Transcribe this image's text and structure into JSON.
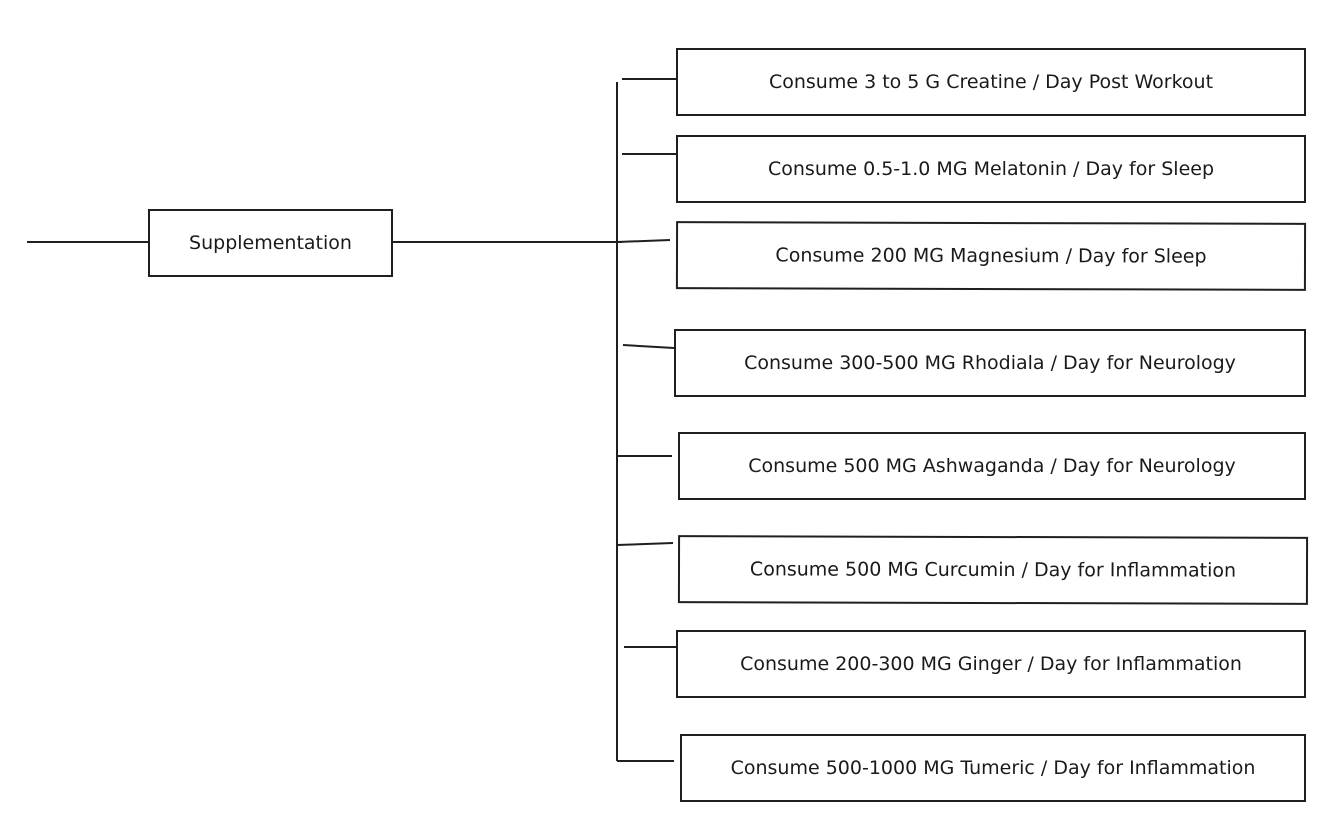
{
  "diagram": {
    "root": {
      "label": "Supplementation"
    },
    "children": [
      {
        "label": "Consume 3 to 5 G Creatine / Day Post Workout"
      },
      {
        "label": "Consume 0.5-1.0 MG Melatonin / Day for Sleep"
      },
      {
        "label": "Consume 200 MG Magnesium / Day for Sleep"
      },
      {
        "label": "Consume 300-500 MG Rhodiala / Day for Neurology"
      },
      {
        "label": "Consume 500 MG Ashwaganda / Day for Neurology"
      },
      {
        "label": "Consume 500 MG Curcumin / Day for Inflammation"
      },
      {
        "label": "Consume 200-300 MG Ginger / Day for Inflammation"
      },
      {
        "label": "Consume 500-1000 MG Tumeric / Day for Inflammation"
      }
    ]
  },
  "colors": {
    "line": "#1f1f1f",
    "text": "#1a1a1a",
    "background": "#ffffff"
  }
}
